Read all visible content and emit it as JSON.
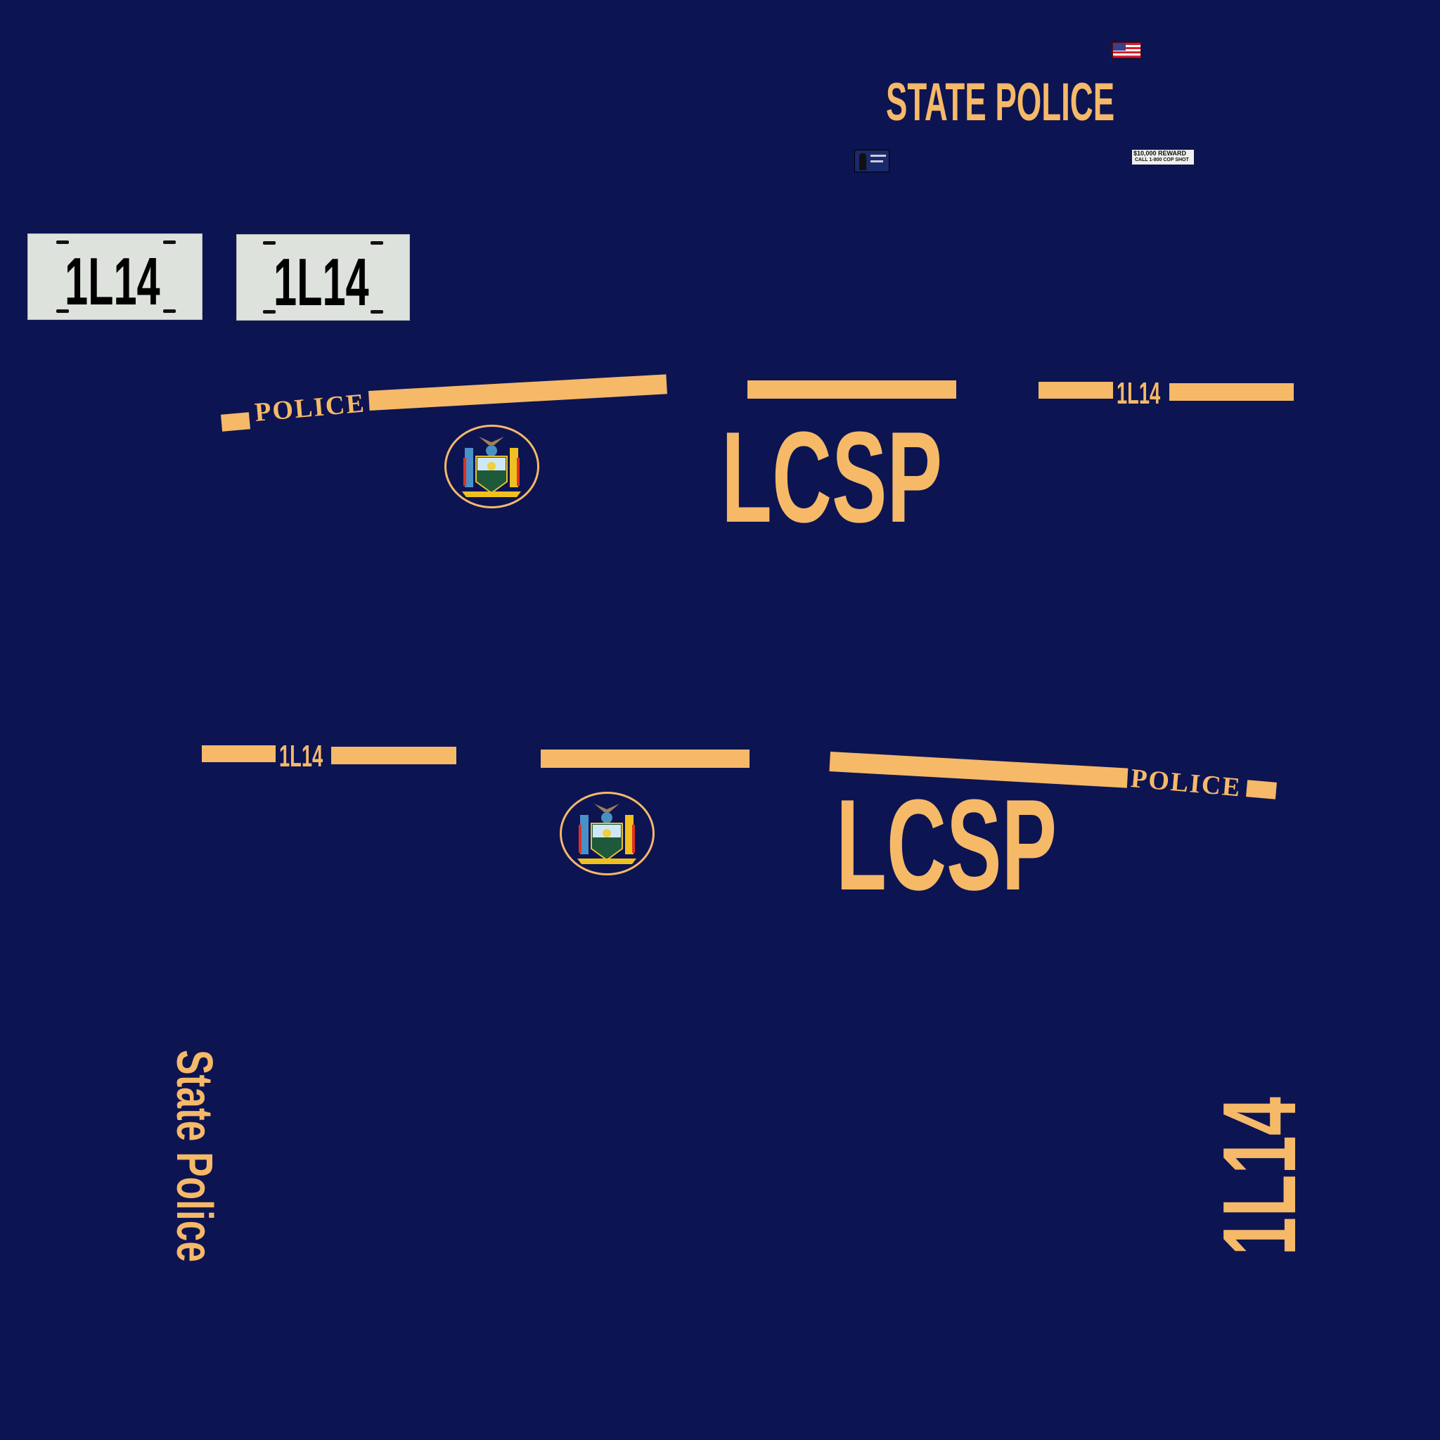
{
  "header": {
    "title": "STATE POLICE"
  },
  "stickers": {
    "reward_line1": "$10,000 REWARD",
    "reward_line2": "CALL 1-800 COP SHOT"
  },
  "plates": [
    {
      "number": "1L14"
    },
    {
      "number": "1L14"
    }
  ],
  "side_left": {
    "stripe_text": "POLICE",
    "unit": "LCSP",
    "car_number": "1L14"
  },
  "side_right": {
    "stripe_text": "POLICE",
    "unit": "LCSP",
    "car_number": "1L14"
  },
  "rear": {
    "label": "State Police",
    "car_number": "1L14"
  },
  "colors": {
    "background": "#0d1452",
    "accent": "#f5b968",
    "plate": "#dde3dc"
  }
}
